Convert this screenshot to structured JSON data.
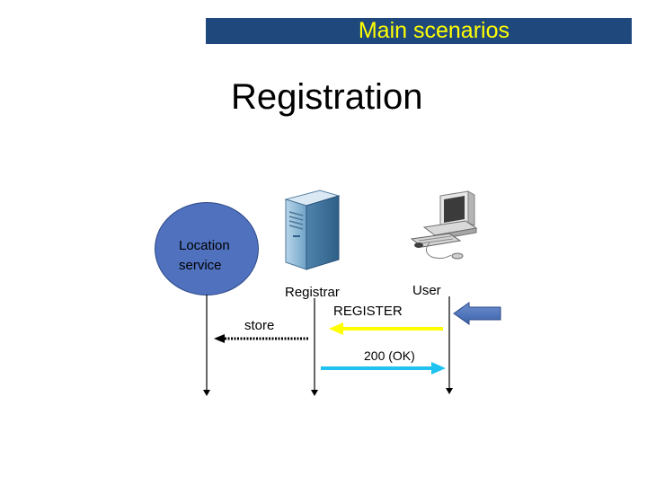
{
  "header": {
    "banner_title": "Main scenarios"
  },
  "slide": {
    "title": "Registration"
  },
  "entities": {
    "location_service": "Location service",
    "registrar": "Registrar",
    "user": "User"
  },
  "messages": {
    "register": "REGISTER",
    "ok": "200 (OK)",
    "store": "store"
  },
  "icons": [
    "server-icon",
    "workstation-icon",
    "incoming-arrow-icon"
  ],
  "colors": {
    "banner_bg": "#1f497d",
    "banner_text": "#ffff00",
    "location_fill": "#4f71be",
    "register_arrow": "#ffff00",
    "ok_arrow": "#1fc2f0",
    "incoming_arrow": "#4f71be"
  }
}
